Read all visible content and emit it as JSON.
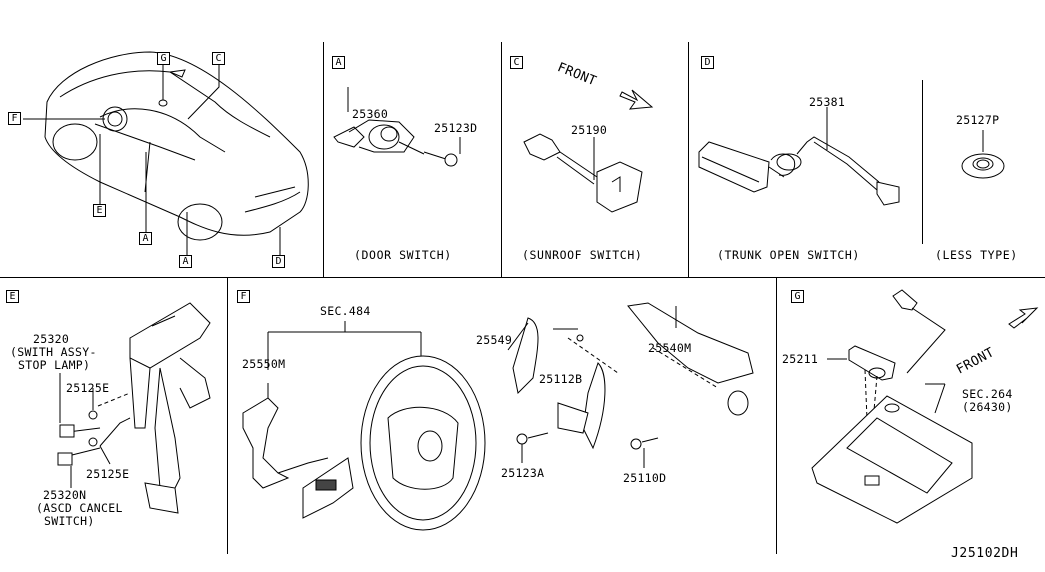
{
  "diagram_code": "J25102DH",
  "car_overview": {
    "callouts": [
      "G",
      "C",
      "F",
      "E",
      "A",
      "A",
      "D"
    ]
  },
  "panels": {
    "A": {
      "tag": "A",
      "caption": "(DOOR SWITCH)",
      "parts": [
        "25360",
        "25123D"
      ]
    },
    "C": {
      "tag": "C",
      "caption": "(SUNROOF SWITCH)",
      "direction_label": "FRONT",
      "parts": [
        "25190"
      ]
    },
    "D": {
      "tag": "D",
      "caption_main": "(TRUNK OPEN SWITCH)",
      "caption_less": "(LESS TYPE)",
      "parts": [
        "25381",
        "25127P"
      ]
    },
    "E": {
      "tag": "E",
      "parts": [
        {
          "number": "25320",
          "desc_line1": "(SWITH ASSY-",
          "desc_line2": "STOP LAMP)"
        },
        {
          "number": "25125E"
        },
        {
          "number": "25125E"
        },
        {
          "number": "25320N",
          "desc_line1": "(ASCD CANCEL",
          "desc_line2": "SWITCH)"
        }
      ]
    },
    "F": {
      "tag": "F",
      "section_ref": "SEC.484",
      "parts": [
        "25550M",
        "25549",
        "25112B",
        "25540M",
        "25123A",
        "25110D"
      ]
    },
    "G": {
      "tag": "G",
      "direction_label": "FRONT",
      "section_ref_line1": "SEC.264",
      "section_ref_line2": "(26430)",
      "parts": [
        "25211"
      ]
    }
  }
}
